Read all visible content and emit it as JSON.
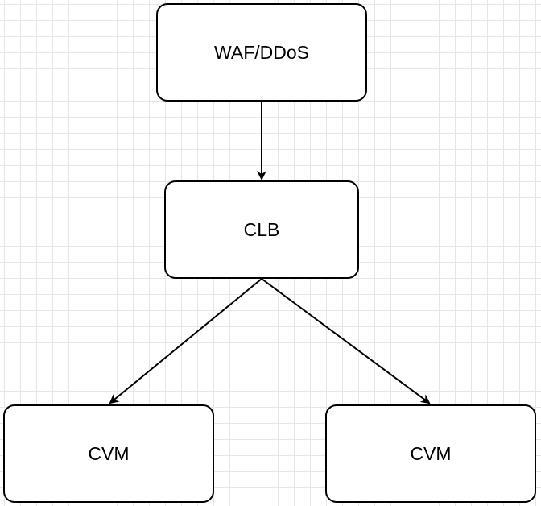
{
  "diagram": {
    "nodes": {
      "waf": {
        "label": "WAF/DDoS"
      },
      "clb": {
        "label": "CLB"
      },
      "cvm1": {
        "label": "CVM"
      },
      "cvm2": {
        "label": "CVM"
      }
    },
    "edges": [
      {
        "from": "waf",
        "to": "clb"
      },
      {
        "from": "clb",
        "to": "cvm1"
      },
      {
        "from": "clb",
        "to": "cvm2"
      }
    ],
    "colors": {
      "stroke": "#000000",
      "grid": "#e6e6e6",
      "background": "#ffffff"
    }
  }
}
